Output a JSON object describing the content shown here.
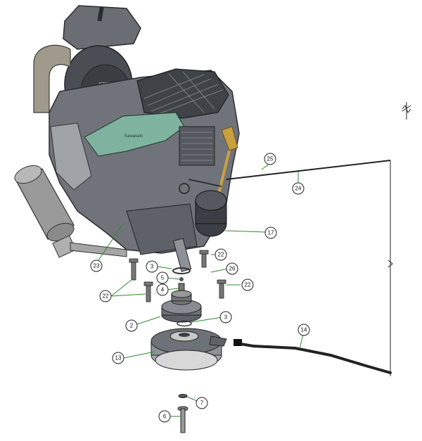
{
  "colors": {
    "leader": "#2e8b2e",
    "engine_body": "#6e7278",
    "engine_dark": "#3b3f45",
    "plate": "#7fb3a0",
    "muffler": "#9a9a9a",
    "fuel_filter": "#c9a040",
    "cable": "#222222"
  },
  "engine": {
    "brand_label": "STOP",
    "plate_label": "Kawasaki"
  },
  "callouts": [
    {
      "id": "c1",
      "label": "25"
    },
    {
      "id": "c2",
      "label": "24"
    },
    {
      "id": "c3",
      "label": "17"
    },
    {
      "id": "c4",
      "label": "22"
    },
    {
      "id": "c5",
      "label": "23"
    },
    {
      "id": "c6",
      "label": "3"
    },
    {
      "id": "c7",
      "label": "26"
    },
    {
      "id": "c8",
      "label": "5"
    },
    {
      "id": "c9",
      "label": "22"
    },
    {
      "id": "c10",
      "label": "4"
    },
    {
      "id": "c11",
      "label": "22"
    },
    {
      "id": "c12",
      "label": "3"
    },
    {
      "id": "c13",
      "label": "2"
    },
    {
      "id": "c14",
      "label": "14"
    },
    {
      "id": "c15",
      "label": "13"
    },
    {
      "id": "c16",
      "label": "7"
    },
    {
      "id": "c17",
      "label": "6"
    }
  ]
}
